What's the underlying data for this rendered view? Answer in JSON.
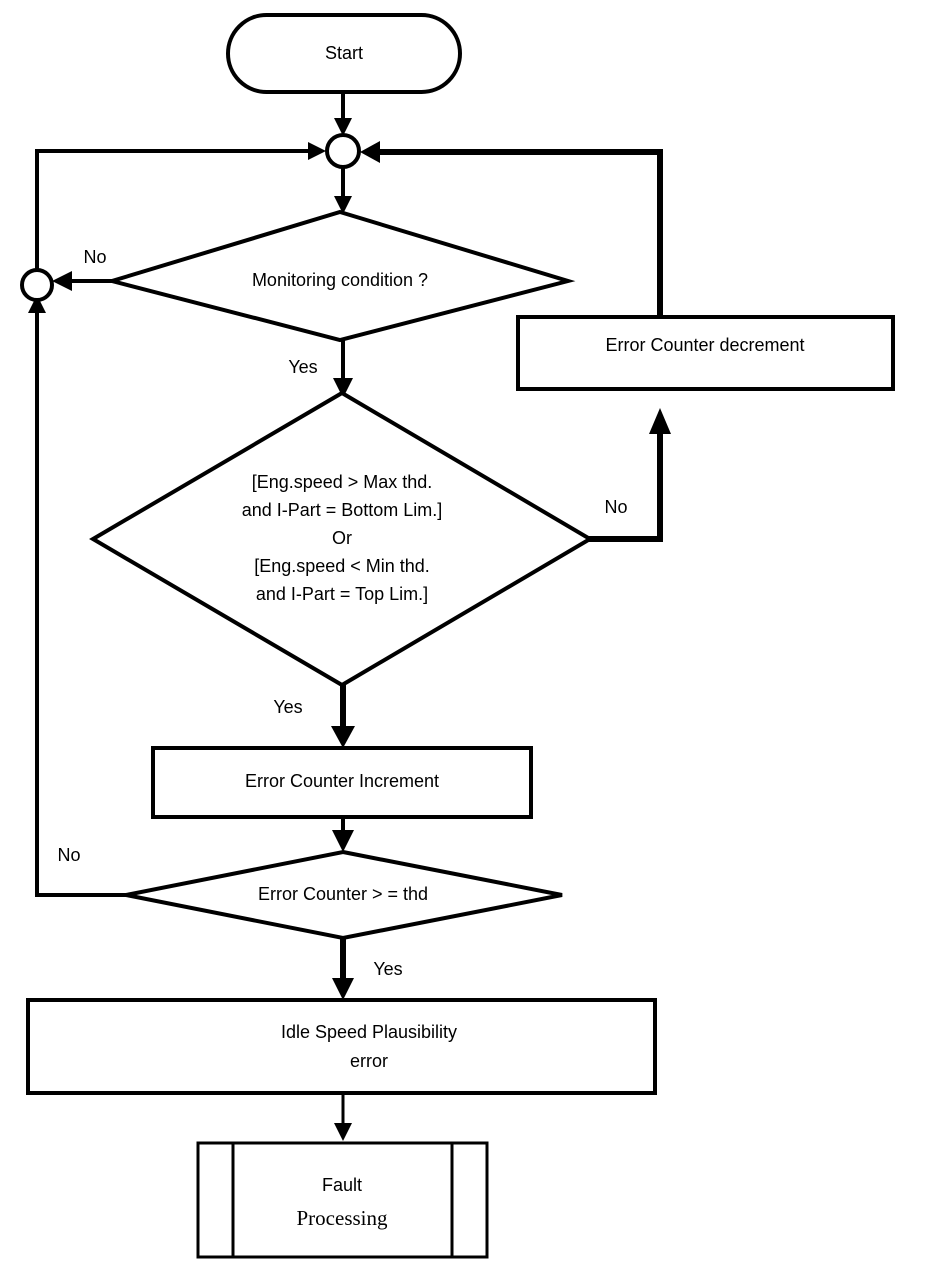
{
  "diagram": {
    "type": "flowchart",
    "title": "Idle Speed Plausibility monitoring flowchart",
    "background_color": "#ffffff",
    "line_color": "#000000",
    "text_color": "#000000"
  },
  "nodes": {
    "start": {
      "label": "Start",
      "shape": "terminator-stadium"
    },
    "junction_top": {
      "label": "",
      "shape": "connector-circle"
    },
    "junction_left": {
      "label": "",
      "shape": "connector-circle"
    },
    "monitoring_condition": {
      "label": "Monitoring condition ?",
      "shape": "decision-diamond"
    },
    "speed_condition": {
      "shape": "decision-diamond",
      "lines": [
        "[Eng.speed > Max thd.",
        "and I-Part = Bottom Lim.]",
        "Or",
        "[Eng.speed < Min thd.",
        "and I-Part = Top Lim.]"
      ]
    },
    "error_counter_decrement": {
      "label": "Error Counter decrement",
      "shape": "process-box"
    },
    "error_counter_increment": {
      "label": "Error Counter Increment",
      "shape": "process-box"
    },
    "error_counter_threshold": {
      "label": "Error Counter > = thd",
      "shape": "decision-diamond"
    },
    "idle_speed_error": {
      "shape": "process-box",
      "lines": [
        "Idle Speed Plausibility",
        "error"
      ]
    },
    "fault_processing": {
      "shape": "predefined-process",
      "lines": [
        "Fault",
        "Processing"
      ]
    }
  },
  "edge_labels": {
    "monitoring_no": "No",
    "monitoring_yes": "Yes",
    "speed_no": "No",
    "speed_yes": "Yes",
    "counter_no": "No",
    "counter_yes": "Yes"
  }
}
